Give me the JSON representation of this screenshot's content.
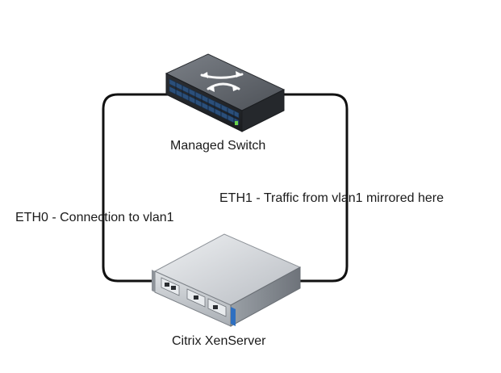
{
  "nodes": {
    "switch": {
      "label": "Managed Switch",
      "icon": "network-switch-icon"
    },
    "server": {
      "label": "Citrix XenServer",
      "icon": "rack-server-icon"
    }
  },
  "links": {
    "eth0": {
      "label": "ETH0 - Connection to vlan1"
    },
    "eth1": {
      "label": "ETH1 - Traffic from vlan1 mirrored here"
    }
  },
  "colors": {
    "link_line": "#111111",
    "switch_body": "#3b3f45",
    "switch_ports": "#2b4f7a",
    "server_body": "#d6d9dd",
    "server_accent": "#2e6fc0"
  }
}
